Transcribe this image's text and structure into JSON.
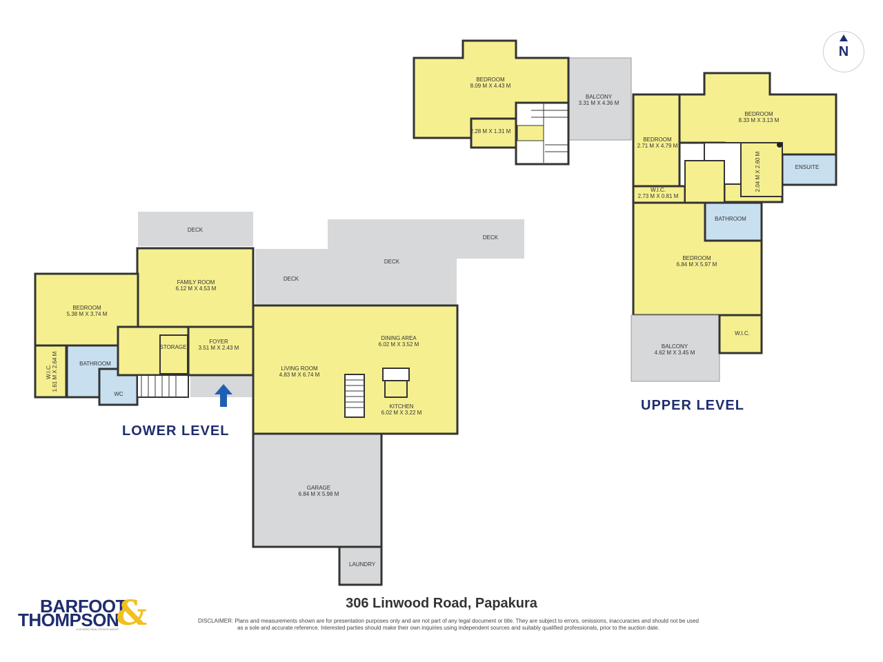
{
  "colors": {
    "room_fill": "#f5ef8f",
    "outdoor_fill": "#d7d8d9",
    "bath_fill": "#c8dff0",
    "wall": "#333333",
    "title_blue": "#1f2d6e",
    "brand_gold": "#f2c01e"
  },
  "lower_level": {
    "title": "LOWER LEVEL",
    "rooms": [
      {
        "name": "DECK",
        "dims": ""
      },
      {
        "name": "DECK",
        "dims": ""
      },
      {
        "name": "DECK",
        "dims": ""
      },
      {
        "name": "DECK",
        "dims": ""
      },
      {
        "name": "FAMILY ROOM",
        "dims": "6.12 M X 4.53 M"
      },
      {
        "name": "BEDROOM",
        "dims": "5.38 M X 3.74 M"
      },
      {
        "name": "STORAGE",
        "dims": ""
      },
      {
        "name": "FOYER",
        "dims": "3.51 M X 2.43 M"
      },
      {
        "name": "BATHROOM",
        "dims": ""
      },
      {
        "name": "W.I.C.",
        "dims": "1.61 M X 2.64 M"
      },
      {
        "name": "WC",
        "dims": ""
      },
      {
        "name": "LIVING ROOM",
        "dims": "4.83 M X 6.74 M"
      },
      {
        "name": "DINING AREA",
        "dims": "6.02 M X 3.52 M"
      },
      {
        "name": "KITCHEN",
        "dims": "6.02 M X 3.22 M"
      },
      {
        "name": "GARAGE",
        "dims": "6.84 M X 5.98 M"
      },
      {
        "name": "LAUNDRY",
        "dims": ""
      }
    ]
  },
  "upper_level": {
    "title": "UPPER LEVEL",
    "rooms": [
      {
        "name": "BEDROOM",
        "dims": "8.09 M X 4.43 M"
      },
      {
        "name": "",
        "dims": "2.28 M X 1.31 M"
      },
      {
        "name": "BALCONY",
        "dims": "3.31 M X 4.36 M"
      },
      {
        "name": "BEDROOM",
        "dims": "8.33 M X 3.13 M"
      },
      {
        "name": "BEDROOM",
        "dims": "2.71 M X 4.79 M"
      },
      {
        "name": "",
        "dims": "2.04 M X 2.60 M"
      },
      {
        "name": "ENSUITE",
        "dims": ""
      },
      {
        "name": "W.I.C.",
        "dims": "2.73 M X 0.81 M"
      },
      {
        "name": "BATHROOM",
        "dims": ""
      },
      {
        "name": "BEDROOM",
        "dims": "6.84 M X 5.97 M"
      },
      {
        "name": "BALCONY",
        "dims": "4.62 M X 3.45 M"
      },
      {
        "name": "W.I.C.",
        "dims": ""
      }
    ]
  },
  "compass": {
    "letter": "N"
  },
  "address": "306 Linwood Road, Papakura",
  "brand": {
    "line1": "BARFOOT",
    "line2": "THOMPSON",
    "amp": "&",
    "sub": "LICENSED REAL ESTATE AGENT"
  },
  "disclaimer": {
    "line1": "DISCLAIMER: Plans and measurements shown are for presentation purposes only and are not part of any legal document or title. They are subject to errors, omissions, inaccuracies and should not be used",
    "line2": "as a sole and accurate reference. Interested parties should make their own inquiries using independent sources and suitably qualified professionals, prior to the auction date."
  }
}
